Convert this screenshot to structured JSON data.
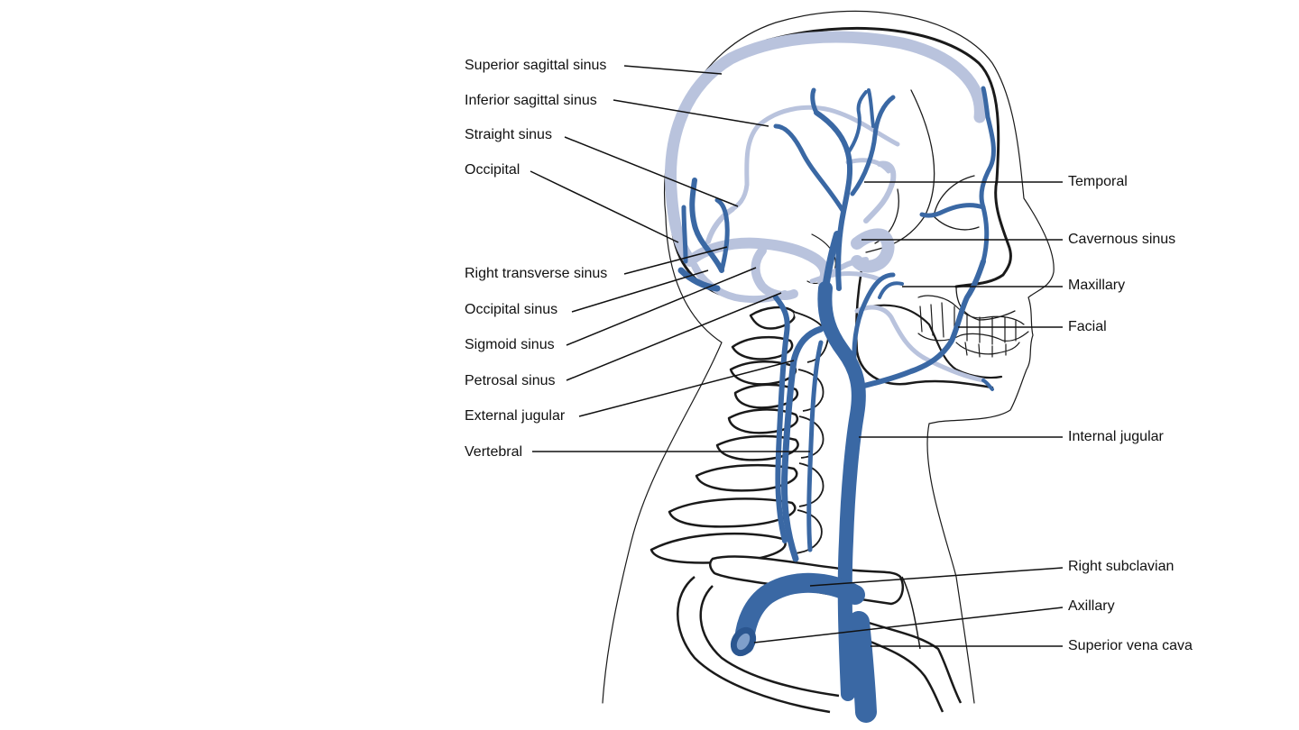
{
  "figure": {
    "colors": {
      "vein": "#3a68a4",
      "vein_dark": "#2b5690",
      "sinus": "#b9c3dd",
      "outline": "#1a1a1a",
      "background": "#ffffff"
    }
  },
  "labels": {
    "superior_sagittal_sinus": "Superior sagittal sinus",
    "inferior_sagittal_sinus": "Inferior sagittal sinus",
    "straight_sinus": "Straight sinus",
    "occipital": "Occipital",
    "right_transverse_sinus": "Right transverse sinus",
    "occipital_sinus": "Occipital sinus",
    "sigmoid_sinus": "Sigmoid sinus",
    "petrosal_sinus": "Petrosal sinus",
    "external_jugular": "External jugular",
    "vertebral": "Vertebral",
    "temporal": "Temporal",
    "cavernous_sinus": "Cavernous sinus",
    "maxillary": "Maxillary",
    "facial": "Facial",
    "internal_jugular": "Internal jugular",
    "right_subclavian": "Right subclavian",
    "axillary": "Axillary",
    "superior_vena_cava": "Superior vena cava"
  }
}
